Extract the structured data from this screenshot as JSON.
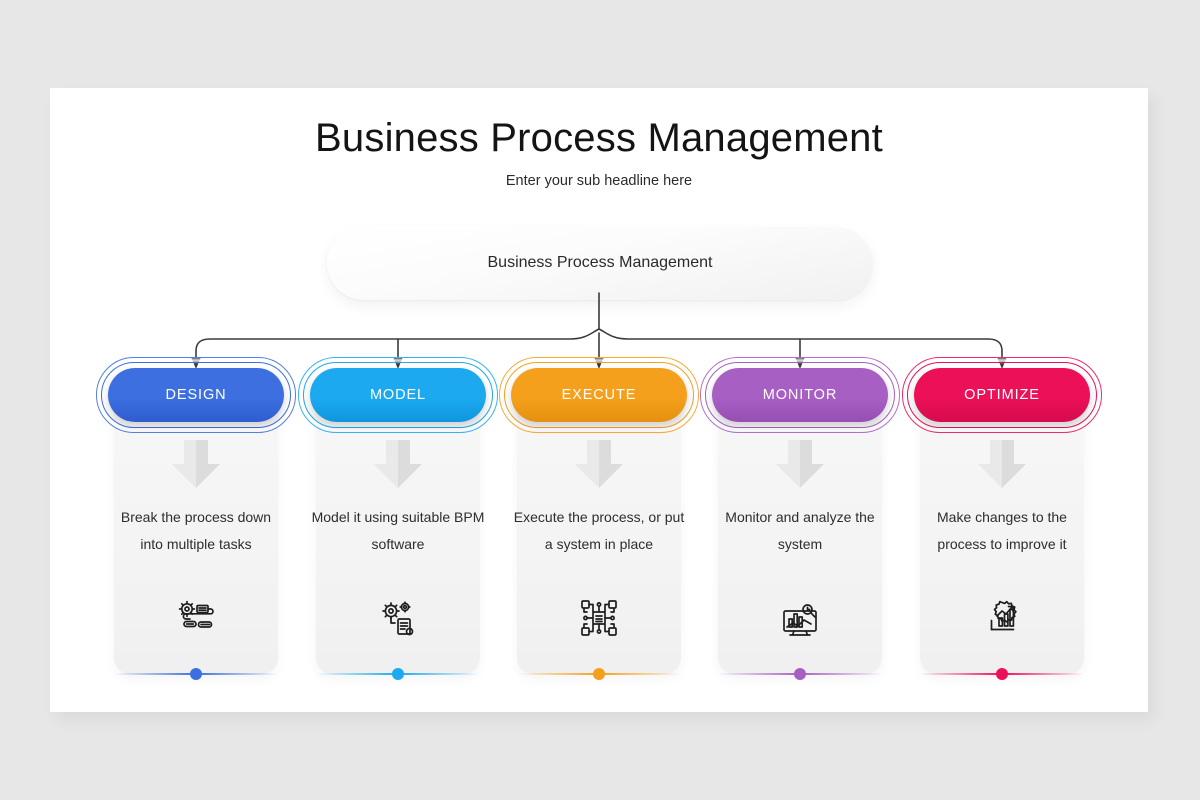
{
  "slide": {
    "title": "Business Process Management",
    "subtitle": "Enter your sub headline here",
    "root_label": "Business Process Management"
  },
  "colors": {
    "page_background": "#e8e7e8",
    "slide_background": "#ffffff",
    "connector": "#3a3a3a",
    "arrow_gray_light": "#e6e6e6",
    "arrow_gray_dark": "#c9c9c9",
    "text": "#2d2d2d"
  },
  "stages": [
    {
      "label": "DESIGN",
      "color": "#3d6fe0",
      "color_dark": "#2f5ccf",
      "description": "Break the process down into multiple tasks",
      "icon": "gear-process-flow-icon"
    },
    {
      "label": "MODEL",
      "color": "#1ca9f0",
      "color_dark": "#0f96de",
      "description": "Model it using suitable BPM software",
      "icon": "gears-document-icon"
    },
    {
      "label": "EXECUTE",
      "color": "#f5a01c",
      "color_dark": "#e59010",
      "description": "Execute the process, or put a system in place",
      "icon": "system-network-icon"
    },
    {
      "label": "MONITOR",
      "color": "#a85fc4",
      "color_dark": "#974fb4",
      "description": "Monitor and analyze the system",
      "icon": "monitor-analytics-icon"
    },
    {
      "label": "OPTIMIZE",
      "color": "#ec1059",
      "color_dark": "#d60b4d",
      "description": "Make changes to the process to improve it",
      "icon": "gear-growth-chart-icon"
    }
  ]
}
